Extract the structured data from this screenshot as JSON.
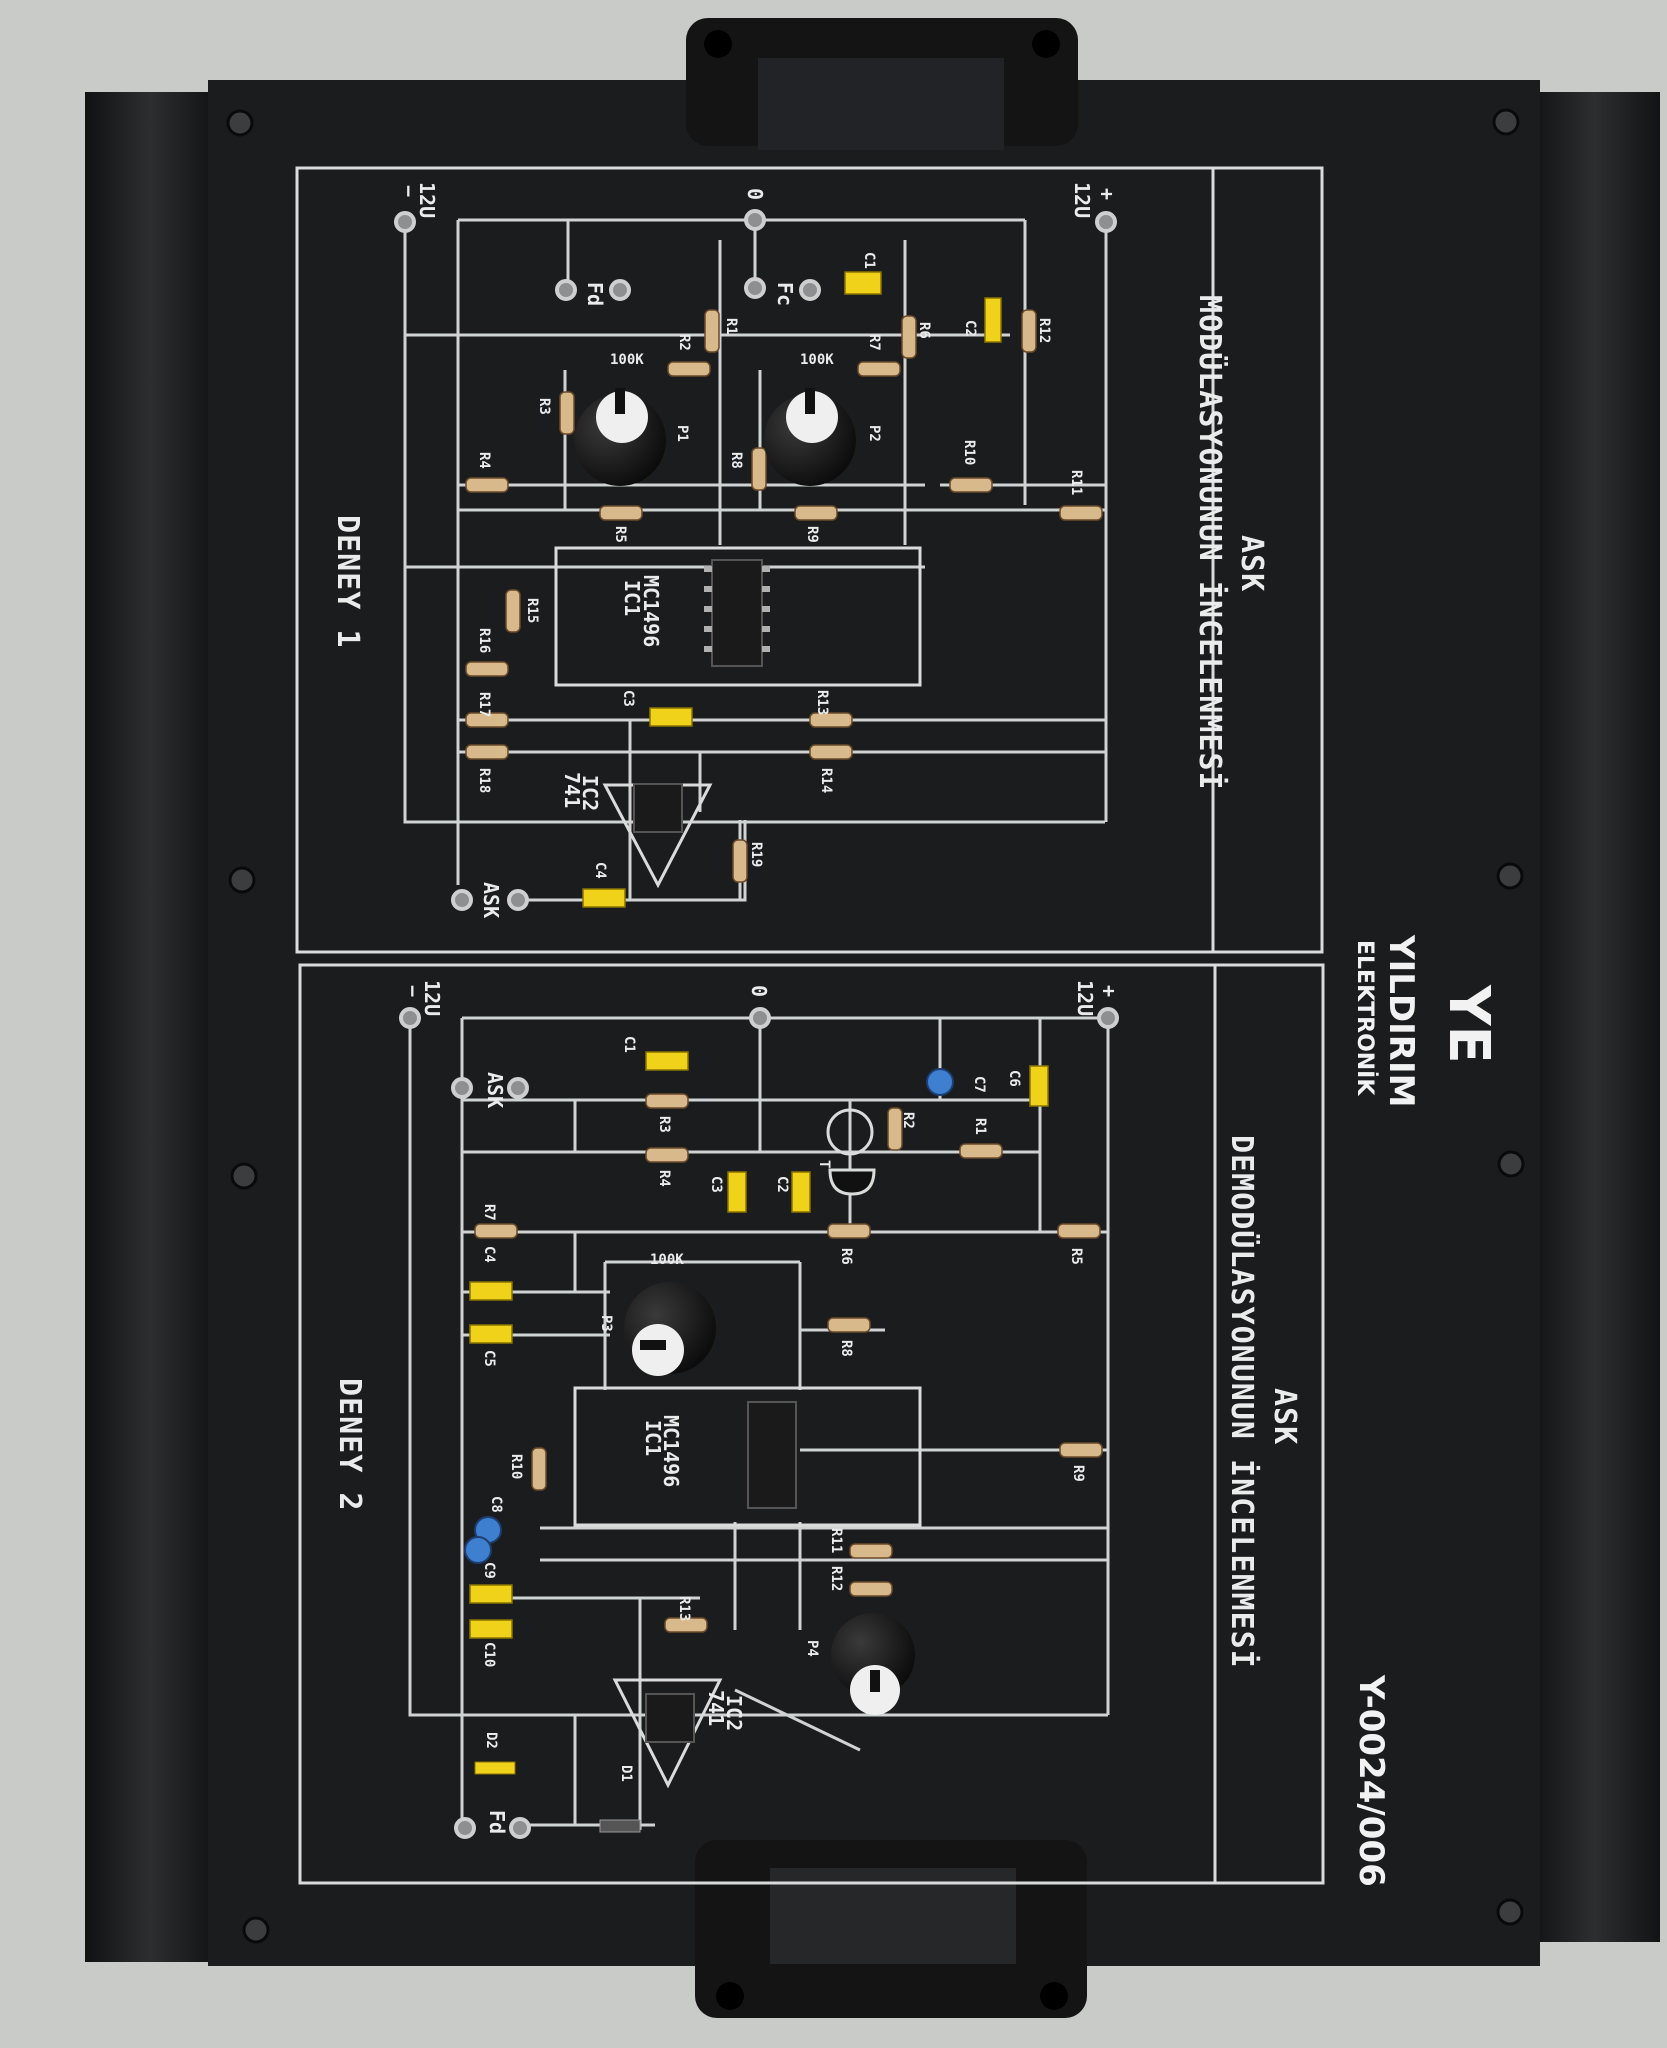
{
  "board": {
    "model": "Y-0024/006",
    "brand": {
      "name": "YILDIRIM",
      "sub": "ELEKTRONİK",
      "mark": "YE"
    },
    "colors": {
      "panel": "#1b1c1e",
      "line": "#d9dcda",
      "resistor": "#d8b98c",
      "capacitor": "#f0d21a",
      "knob": "#101010"
    }
  },
  "exp1": {
    "title1": "ASK",
    "title2": "MODÜLASYONUNUN İNCELENMESİ",
    "label": "DENEY 1",
    "terminals": {
      "minus": "−",
      "v12a": "12U",
      "zero": "0",
      "v12b": "12U",
      "plus": "+",
      "fd": "Fd",
      "fc": "Fc",
      "ask": "ASK"
    },
    "ic1": {
      "name": "IC1",
      "part": "MC1496"
    },
    "ic2": {
      "name": "IC2",
      "part": "741"
    },
    "pots": {
      "p1": "P1",
      "p2": "P2",
      "v": "100K"
    },
    "parts": [
      "R1",
      "R2",
      "R3",
      "R4",
      "R5",
      "R6",
      "R7",
      "R8",
      "R9",
      "R10",
      "R11",
      "R12",
      "R13",
      "R14",
      "R15",
      "R16",
      "R17",
      "R18",
      "R19",
      "C1",
      "C2",
      "C3",
      "C4"
    ]
  },
  "exp2": {
    "title1": "ASK",
    "title2": "DEMODÜLASYONUNUN İNCELENMESİ",
    "label": "DENEY 2",
    "terminals": {
      "minus": "−",
      "v12a": "12U",
      "zero": "0",
      "v12b": "12U",
      "plus": "+",
      "ask": "ASK",
      "fd": "Fd"
    },
    "ic1": {
      "name": "IC1",
      "part": "MC1496"
    },
    "ic2": {
      "name": "IC2",
      "part": "741"
    },
    "pots": {
      "p3": "P3",
      "p4": "P4",
      "v": "100K"
    },
    "parts": [
      "R1",
      "R2",
      "R3",
      "R4",
      "R5",
      "R6",
      "R7",
      "R8",
      "R9",
      "R10",
      "R11",
      "R12",
      "R13",
      "C1",
      "C2",
      "C3",
      "C4",
      "C5",
      "C6",
      "C7",
      "C8",
      "C9",
      "C10",
      "D1",
      "D2",
      "T"
    ]
  }
}
